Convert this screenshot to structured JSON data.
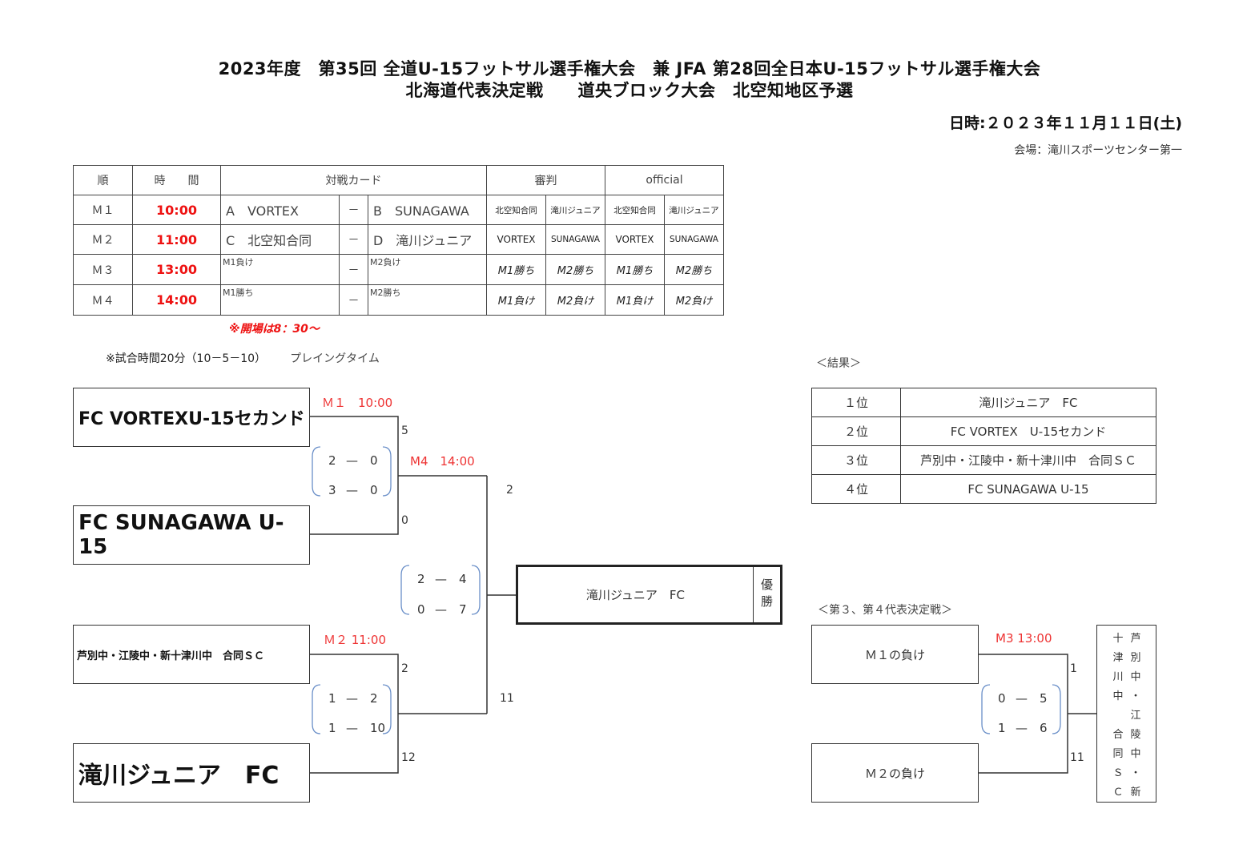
{
  "header": {
    "title_line1": "2023年度　第35回 全道U-15フットサル選手権大会　兼 JFA 第28回全日本U-15フットサル選手権大会",
    "title_line2": "北海道代表決定戦　　道央ブロック大会　北空知地区予選",
    "date": "日時:２０２３年１１月１１日(土)",
    "venue": "会場：滝川スポーツセンター第一"
  },
  "schedule": {
    "headers": {
      "order": "順",
      "time": "時　　間",
      "match_card": "対戦カード",
      "referee": "審判",
      "official": "official"
    },
    "rows": [
      {
        "no": "Ｍ１",
        "time": "10:00",
        "team_a": "A　VORTEX",
        "dash": "－",
        "team_b": "B　SUNAGAWA",
        "ref1": "北空知合同",
        "ref2": "滝川ジュニア",
        "off1": "北空知合同",
        "off2": "滝川ジュニア"
      },
      {
        "no": "Ｍ２",
        "time": "11:00",
        "team_a": "C　北空知合同",
        "dash": "－",
        "team_b": "D　滝川ジュニア",
        "ref1": "VORTEX",
        "ref2": "SUNAGAWA",
        "off1": "VORTEX",
        "off2": "SUNAGAWA"
      },
      {
        "no": "Ｍ３",
        "time": "13:00",
        "team_a": "M1負け",
        "dash": "－",
        "team_b": "M2負け",
        "ref1": "M1勝ち",
        "ref2": "M2勝ち",
        "off1": "M1勝ち",
        "off2": "M2勝ち"
      },
      {
        "no": "Ｍ４",
        "time": "14:00",
        "team_a": "M1勝ち",
        "dash": "－",
        "team_b": "M2勝ち",
        "ref1": "M1負け",
        "ref2": "M2負け",
        "off1": "M1負け",
        "off2": "M2負け"
      }
    ],
    "note_opening": "※開場は8：30～",
    "note_match_time": "※試合時間20分（10－5－10）",
    "note_playing_time": "プレイングタイム"
  },
  "bracket": {
    "teams": [
      "FC VORTEXU-15セカンド",
      "FC SUNAGAWA U-15",
      "芦別中・江陵中・新十津川中　合同ＳＣ",
      "滝川ジュニア　FC"
    ],
    "m1": {
      "label": "Ｍ１　10:00",
      "pts_top": "5",
      "pts_bottom": "0",
      "half1": [
        "2",
        "—",
        "0"
      ],
      "half2": [
        "3",
        "—",
        "0"
      ]
    },
    "m2": {
      "label": "Ｍ２ 11:00",
      "pts_top": "2",
      "pts_bottom": "12",
      "half1": [
        "1",
        "—",
        "2"
      ],
      "half2": [
        "1",
        "—",
        "10"
      ]
    },
    "m4": {
      "label": "M4　14:00",
      "pts_top": "2",
      "pts_bottom": "11",
      "half1": [
        "2",
        "—",
        "4"
      ],
      "half2": [
        "0",
        "—",
        "7"
      ]
    },
    "champion": "滝川ジュニア　FC",
    "champion_tag": "優勝"
  },
  "results": {
    "label": "＜結果＞",
    "rows": [
      {
        "rank": "１位",
        "team": "滝川ジュニア　FC"
      },
      {
        "rank": "２位",
        "team": "FC VORTEX　U-15セカンド"
      },
      {
        "rank": "３位",
        "team": "芦別中・江陵中・新十津川中　合同ＳＣ"
      },
      {
        "rank": "４位",
        "team": "FC SUNAGAWA U-15"
      }
    ]
  },
  "third_place": {
    "label": "＜第３、第４代表決定戦＞",
    "m3_label": "M3 13:00",
    "team_top": "Ｍ１の負け",
    "team_bottom": "Ｍ２の負け",
    "pts_top": "1",
    "pts_bottom": "11",
    "half1": [
      "0",
      "—",
      "5"
    ],
    "half2": [
      "1",
      "—",
      "6"
    ],
    "winner_col1": [
      "十",
      "津",
      "川",
      "中",
      "",
      "合",
      "同",
      "Ｓ",
      "Ｃ"
    ],
    "winner_col2": [
      "芦",
      "別",
      "中",
      "・",
      "江",
      "陵",
      "中",
      "・",
      "新"
    ]
  }
}
